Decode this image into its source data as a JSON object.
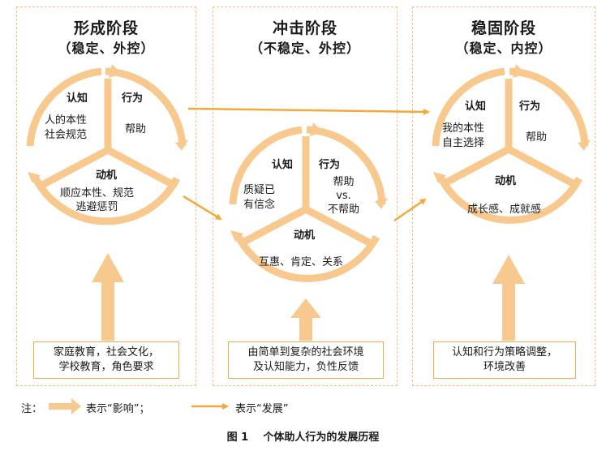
{
  "stages": [
    {
      "title": "形成阶段",
      "subtitle": "（稳定、外控）",
      "cognition_label": "认知",
      "cognition_text": "人的本性\n社会规范",
      "behavior_label": "行为",
      "behavior_text": "帮助",
      "motive_label": "动机",
      "motive_text": "顺应本性、规范\n逃避惩罚",
      "source_text": "家庭教育，社会文化，\n学校教育，角色要求"
    },
    {
      "title": "冲击阶段",
      "subtitle": "（不稳定、外控）",
      "cognition_label": "认知",
      "cognition_text": "质疑已\n有信念",
      "behavior_label": "行为",
      "behavior_text": "帮助\nvs.\n不帮助",
      "motive_label": "动机",
      "motive_text": "互惠、肯定、关系",
      "source_text": "由简单到复杂的社会环境\n及认知能力，负性反馈"
    },
    {
      "title": "稳固阶段",
      "subtitle": "（稳定、内控）",
      "cognition_label": "认知",
      "cognition_text": "我的本性\n自主选择",
      "behavior_label": "行为",
      "behavior_text": "帮助",
      "motive_label": "动机",
      "motive_text": "成长感、成就感",
      "source_text": "认知和行为策略调整，\n环境改善"
    }
  ],
  "legend": {
    "prefix": "注：",
    "influence_text": "表示“影响”；",
    "development_text": "表示“发展”"
  },
  "caption": "图 1    个体助人行为的发展历程",
  "colors": {
    "thick_arrow": "#f7c98f",
    "thin_arrow": "#f2a93b",
    "panel_border": "#f0c47a"
  }
}
